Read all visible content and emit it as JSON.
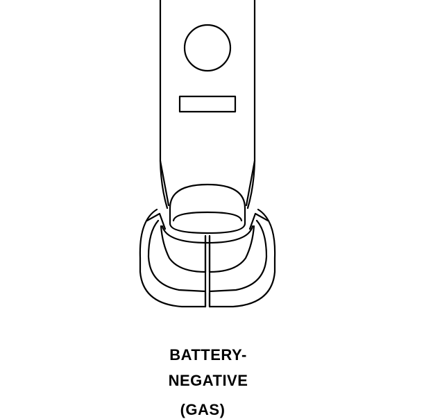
{
  "caption": {
    "line1": "BATTERY-",
    "line2": "NEGATIVE",
    "line3": "(GAS)"
  },
  "colors": {
    "stroke": "#000000",
    "background": "#ffffff"
  }
}
